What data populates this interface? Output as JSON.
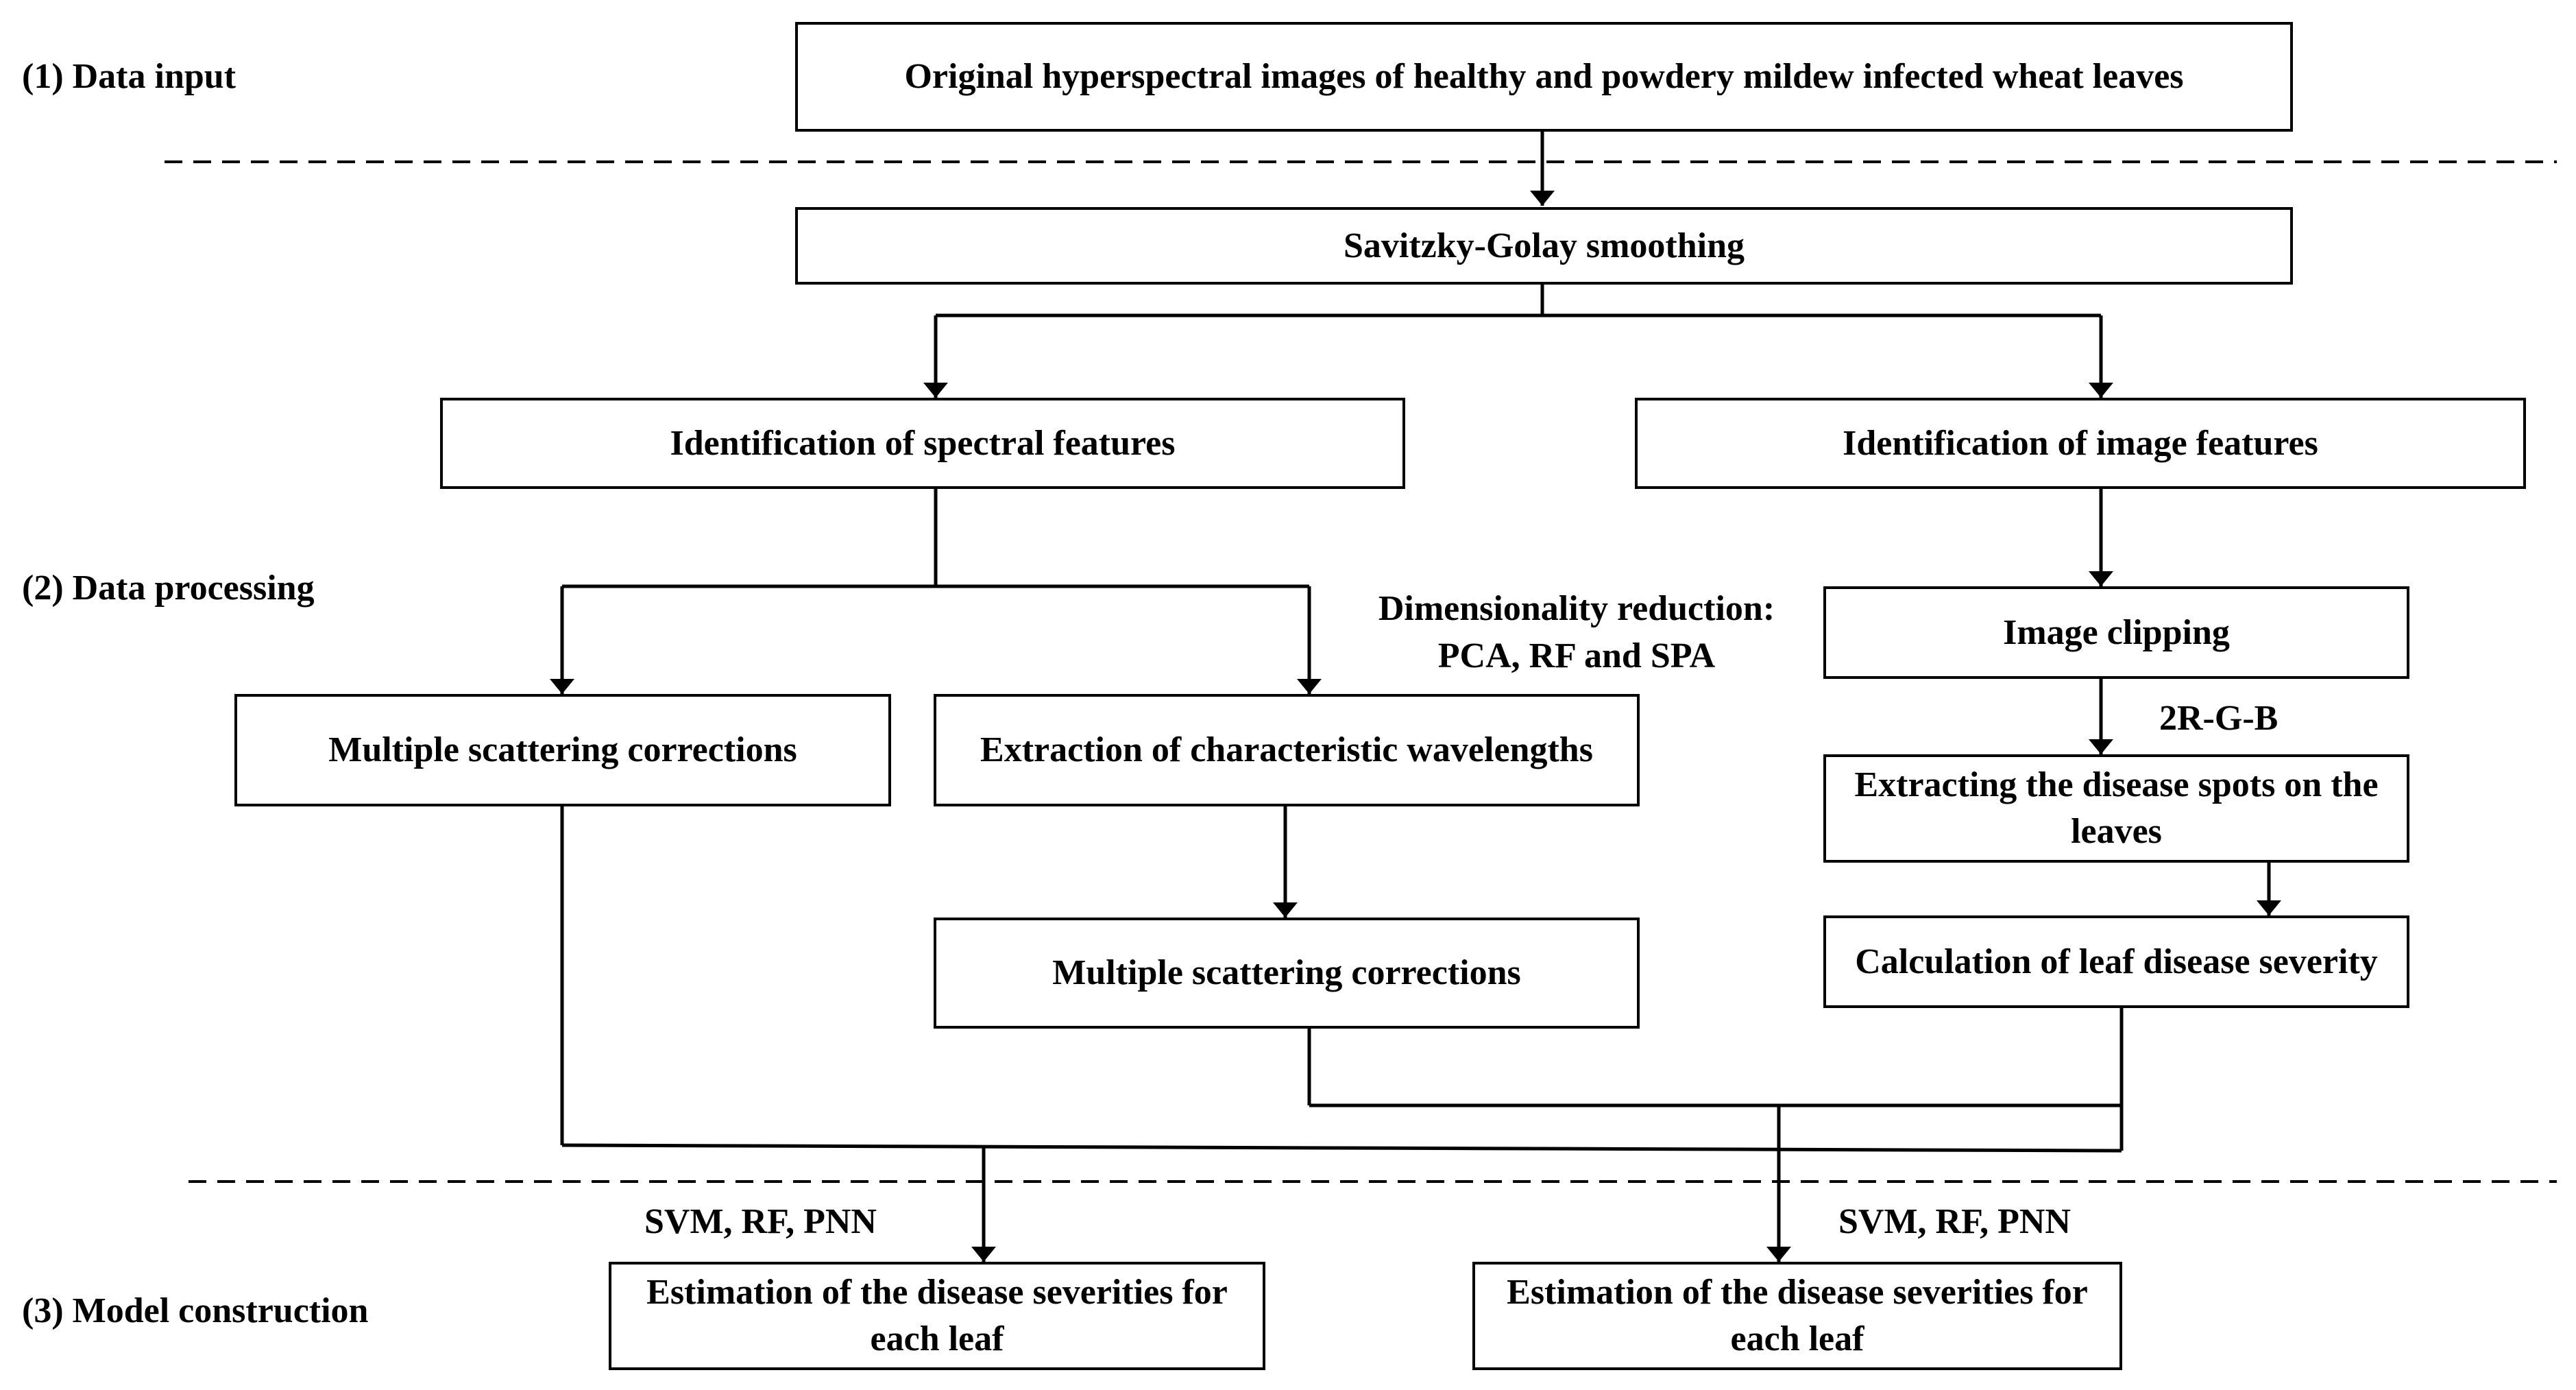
{
  "sections": {
    "input": "(1) Data input",
    "processing": "(2) Data processing",
    "model": "(3) Model construction"
  },
  "boxes": {
    "original": "Original hyperspectral images of healthy and powdery mildew infected wheat leaves",
    "sg": "Savitzky-Golay smoothing",
    "spectral": "Identification of spectral features",
    "image": "Identification of image features",
    "msc1": "Multiple scattering corrections",
    "extraction": "Extraction of characteristic wavelengths",
    "msc2": "Multiple scattering corrections",
    "clipping": "Image clipping",
    "spots": "Extracting the disease spots on the leaves",
    "severity": "Calculation of leaf disease severity",
    "est1": "Estimation of the disease severities for each leaf",
    "est2": "Estimation of the disease severities for each leaf"
  },
  "annotations": {
    "dimred_line1": "Dimensionality reduction:",
    "dimred_line2": "PCA, RF and SPA",
    "rgb": "2R-G-B",
    "models1": "SVM, RF, PNN",
    "models2": "SVM, RF, PNN"
  }
}
